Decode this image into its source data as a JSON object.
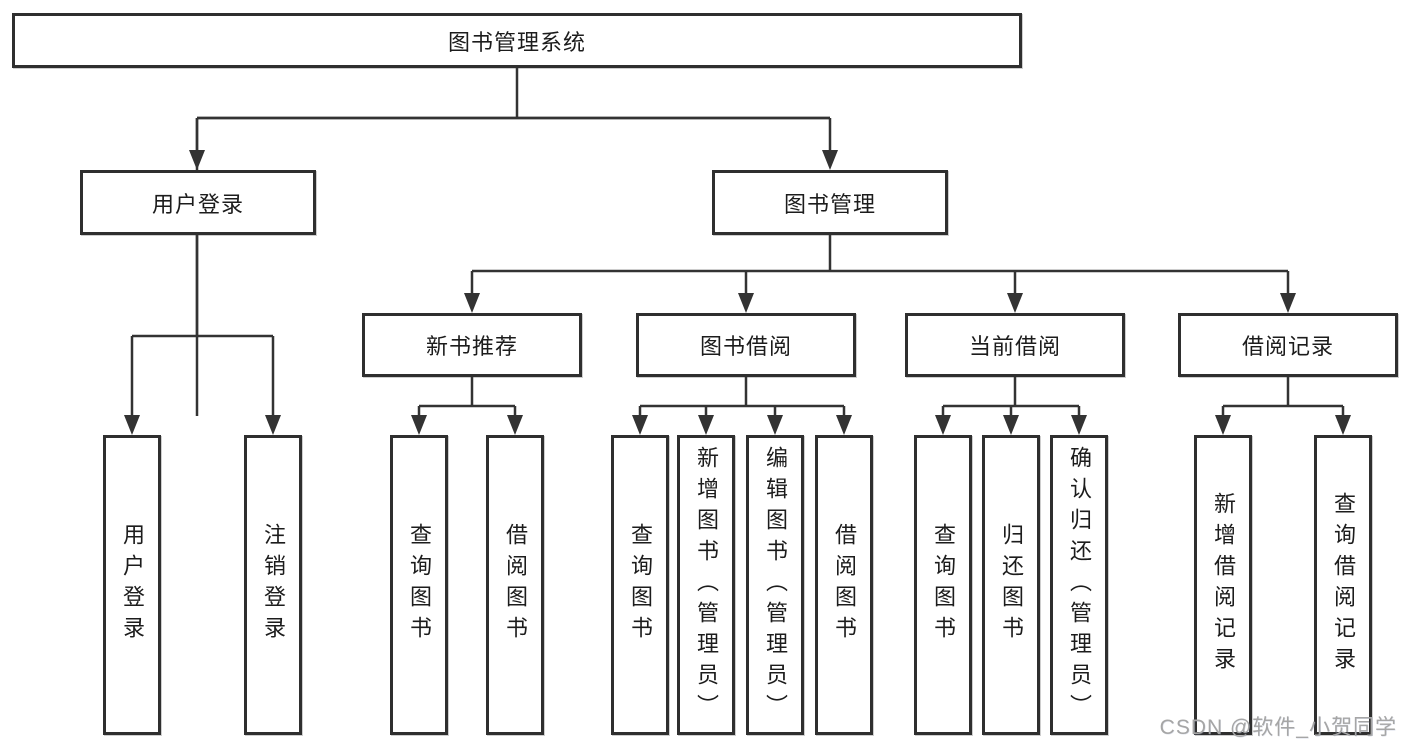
{
  "diagram": {
    "nodes": {
      "root": {
        "label": "图书管理系统"
      },
      "user_login": {
        "label": "用户登录"
      },
      "book_management": {
        "label": "图书管理"
      },
      "new_book_recommendation": {
        "label": "新书推荐"
      },
      "book_borrowing": {
        "label": "图书借阅"
      },
      "current_borrowing": {
        "label": "当前借阅"
      },
      "borrowing_records": {
        "label": "借阅记录"
      },
      "leaf_user_login": {
        "label": "用户登录"
      },
      "leaf_logout": {
        "label": "注销登录"
      },
      "leaf_nb_query_books": {
        "label": "查询图书"
      },
      "leaf_nb_borrow_books": {
        "label": "借阅图书"
      },
      "leaf_bb_query_books": {
        "label": "查询图书"
      },
      "leaf_bb_add_books": {
        "label": "新增图书（管理员）"
      },
      "leaf_bb_edit_books": {
        "label": "编辑图书（管理员）"
      },
      "leaf_bb_borrow_books": {
        "label": "借阅图书"
      },
      "leaf_cb_query_books": {
        "label": "查询图书"
      },
      "leaf_cb_return_books": {
        "label": "归还图书"
      },
      "leaf_cb_confirm_return": {
        "label": "确认归还（管理员）"
      },
      "leaf_br_add_record": {
        "label": "新增借阅记录"
      },
      "leaf_br_query_record": {
        "label": "查询借阅记录"
      }
    },
    "colors": {
      "line": "#333333",
      "box_border": "#2f2f2f",
      "text": "#1c1c1c",
      "watermark": "#a6a6a6"
    }
  },
  "watermark": {
    "text": "CSDN @软件_小贺同学"
  }
}
